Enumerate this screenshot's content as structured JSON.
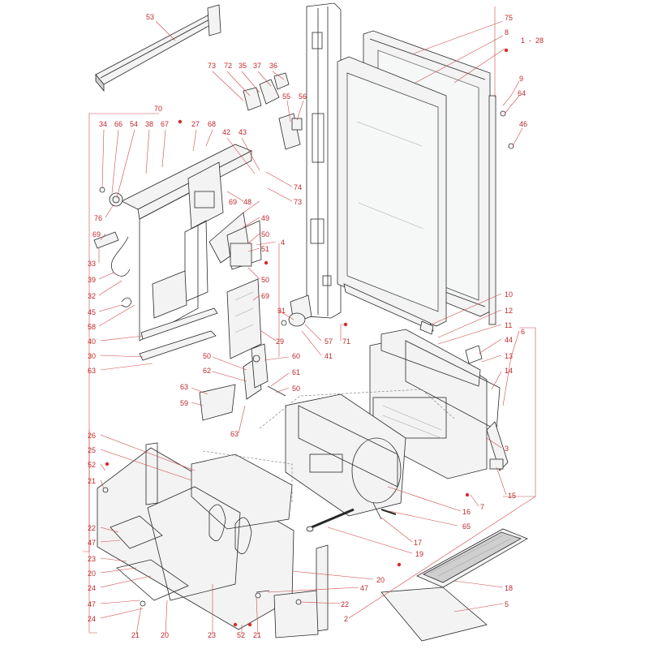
{
  "callouts": [
    {
      "id": "c53",
      "text": "53"
    },
    {
      "id": "c75",
      "text": "75"
    },
    {
      "id": "c8",
      "text": "8"
    },
    {
      "id": "c1-28",
      "text": "1  -  28"
    },
    {
      "id": "c73a",
      "text": "73"
    },
    {
      "id": "c72",
      "text": "72"
    },
    {
      "id": "c35",
      "text": "35"
    },
    {
      "id": "c37",
      "text": "37"
    },
    {
      "id": "c36",
      "text": "36"
    },
    {
      "id": "c9",
      "text": "9"
    },
    {
      "id": "c64",
      "text": "64"
    },
    {
      "id": "c55",
      "text": "55"
    },
    {
      "id": "c56",
      "text": "56"
    },
    {
      "id": "c70",
      "text": "70"
    },
    {
      "id": "c46",
      "text": "46"
    },
    {
      "id": "c34",
      "text": "34"
    },
    {
      "id": "c66",
      "text": "66"
    },
    {
      "id": "c54",
      "text": "54"
    },
    {
      "id": "c38",
      "text": "38"
    },
    {
      "id": "c67",
      "text": "67"
    },
    {
      "id": "c27",
      "text": "27"
    },
    {
      "id": "c68",
      "text": "68"
    },
    {
      "id": "c42",
      "text": "42"
    },
    {
      "id": "c43",
      "text": "43"
    },
    {
      "id": "c74",
      "text": "74"
    },
    {
      "id": "c73b",
      "text": "73"
    },
    {
      "id": "c76",
      "text": "76"
    },
    {
      "id": "c69a",
      "text": "69"
    },
    {
      "id": "c48",
      "text": "48"
    },
    {
      "id": "c49",
      "text": "49"
    },
    {
      "id": "c69b",
      "text": "69"
    },
    {
      "id": "c50a",
      "text": "50"
    },
    {
      "id": "c4",
      "text": "4"
    },
    {
      "id": "c51",
      "text": "51"
    },
    {
      "id": "c33",
      "text": "33"
    },
    {
      "id": "c39",
      "text": "39"
    },
    {
      "id": "c50b",
      "text": "50"
    },
    {
      "id": "c32",
      "text": "32"
    },
    {
      "id": "c69c",
      "text": "69"
    },
    {
      "id": "c45",
      "text": "45"
    },
    {
      "id": "c10",
      "text": "10"
    },
    {
      "id": "c31",
      "text": "31"
    },
    {
      "id": "c12",
      "text": "12"
    },
    {
      "id": "c58",
      "text": "58"
    },
    {
      "id": "c11",
      "text": "11"
    },
    {
      "id": "c57",
      "text": "57"
    },
    {
      "id": "c71",
      "text": "71"
    },
    {
      "id": "c6",
      "text": "6"
    },
    {
      "id": "c40",
      "text": "40"
    },
    {
      "id": "c29",
      "text": "29"
    },
    {
      "id": "c44",
      "text": "44"
    },
    {
      "id": "c41",
      "text": "41"
    },
    {
      "id": "c30",
      "text": "30"
    },
    {
      "id": "c13",
      "text": "13"
    },
    {
      "id": "c50c",
      "text": "50"
    },
    {
      "id": "c60",
      "text": "60"
    },
    {
      "id": "c63a",
      "text": "63"
    },
    {
      "id": "c62",
      "text": "62"
    },
    {
      "id": "c61",
      "text": "61"
    },
    {
      "id": "c14",
      "text": "14"
    },
    {
      "id": "c63b",
      "text": "63"
    },
    {
      "id": "c50d",
      "text": "50"
    },
    {
      "id": "c59",
      "text": "59"
    },
    {
      "id": "c63c",
      "text": "63"
    },
    {
      "id": "c3",
      "text": "3"
    },
    {
      "id": "c26",
      "text": "26"
    },
    {
      "id": "c25",
      "text": "25"
    },
    {
      "id": "c52a",
      "text": "52"
    },
    {
      "id": "c15",
      "text": "15"
    },
    {
      "id": "c21a",
      "text": "21"
    },
    {
      "id": "c16",
      "text": "16"
    },
    {
      "id": "c7",
      "text": "7"
    },
    {
      "id": "c65",
      "text": "65"
    },
    {
      "id": "c22a",
      "text": "22"
    },
    {
      "id": "c17",
      "text": "17"
    },
    {
      "id": "c47a",
      "text": "47"
    },
    {
      "id": "c23a",
      "text": "23"
    },
    {
      "id": "c19",
      "text": "19"
    },
    {
      "id": "c20a",
      "text": "20"
    },
    {
      "id": "c20b",
      "text": "20"
    },
    {
      "id": "c24a",
      "text": "24"
    },
    {
      "id": "c18",
      "text": "18"
    },
    {
      "id": "c47b",
      "text": "47"
    },
    {
      "id": "c47c",
      "text": "47"
    },
    {
      "id": "c22b",
      "text": "22"
    },
    {
      "id": "c5",
      "text": "5"
    },
    {
      "id": "c24b",
      "text": "24"
    },
    {
      "id": "c2",
      "text": "2"
    },
    {
      "id": "c21b",
      "text": "21"
    },
    {
      "id": "c20c",
      "text": "20"
    },
    {
      "id": "c23b",
      "text": "23"
    },
    {
      "id": "c52b",
      "text": "52"
    },
    {
      "id": "c21c",
      "text": "21"
    }
  ]
}
